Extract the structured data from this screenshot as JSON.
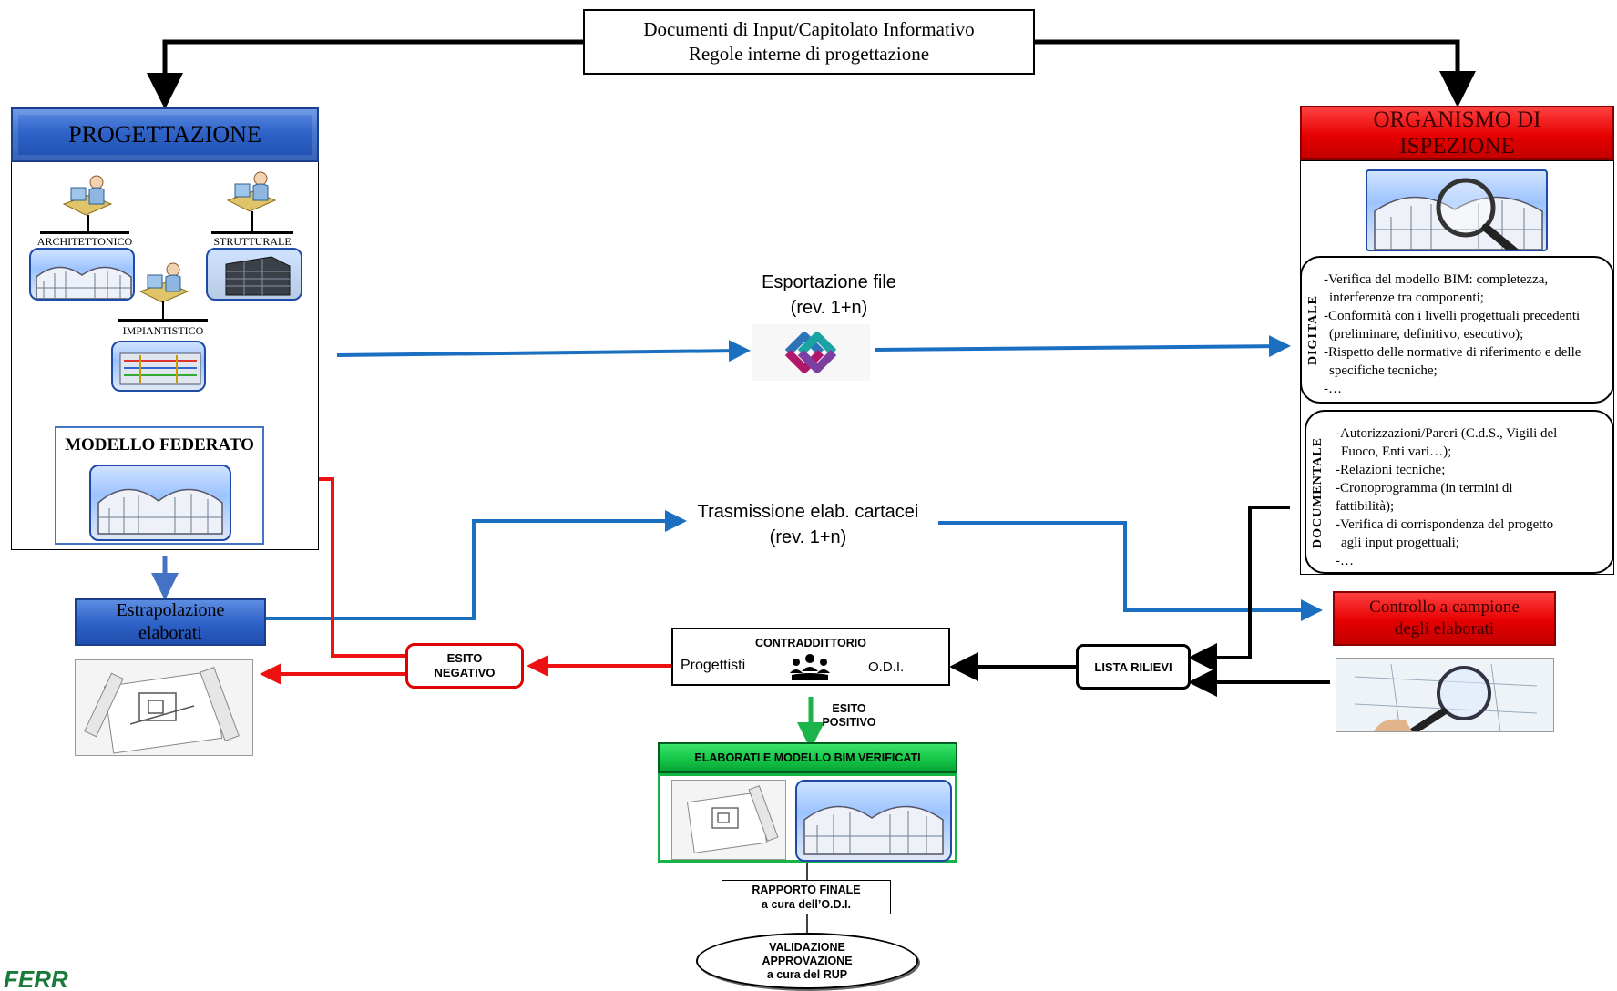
{
  "header": {
    "input_line1": "Documenti di Input/Capitolato Informativo",
    "input_line2": "Regole interne di progettazione"
  },
  "progettazione": {
    "title": "PROGETTAZIONE",
    "architettonico": "ARCHITETTONICO",
    "strutturale": "STRUTTURALE",
    "impiantistico": "IMPIANTISTICO",
    "modello_federato": "MODELLO FEDERATO",
    "estrapolazione_line1": "Estrapolazione",
    "estrapolazione_line2": "elaborati"
  },
  "flows": {
    "esportazione_line1": "Esportazione file",
    "esportazione_line2": "(rev. 1+n)",
    "trasmissione_line1": "Trasmissione elab. cartacei",
    "trasmissione_line2": "(rev. 1+n)"
  },
  "odi": {
    "title_line1": "ORGANISMO DI",
    "title_line2": "ISPEZIONE",
    "digitale_label": "DIGITALE",
    "digitale_items": [
      "-Verifica del modello BIM: completezza,",
      " interferenze tra componenti;",
      "-Conformità con i livelli progettuali precedenti",
      " (preliminare, definitivo, esecutivo);",
      "-Rispetto delle normative di riferimento e delle",
      " specifiche tecniche;",
      "-…"
    ],
    "documentale_label": "DOCUMENTALE",
    "documentale_items": [
      "-Autorizzazioni/Pareri (C.d.S., Vigili del",
      " Fuoco, Enti vari…);",
      "-Relazioni tecniche;",
      "-Cronoprogramma (in termini di",
      "fattibilità);",
      "-Verifica di corrispondenza del progetto",
      " agli input progettuali;",
      "-…"
    ],
    "controllo_line1": "Controllo a campione",
    "controllo_line2": "degli elaborati"
  },
  "center": {
    "contraddittorio": "CONTRADDITTORIO",
    "progettisti": "Progettisti",
    "odi": "O.D.I.",
    "esito_negativo_line1": "ESITO",
    "esito_negativo_line2": "NEGATIVO",
    "lista_rilievi": "LISTA RILIEVI",
    "esito_positivo_line1": "ESITO",
    "esito_positivo_line2": "POSITIVO",
    "verificati": "ELABORATI E MODELLO BIM VERIFICATI",
    "rapporto_line1": "RAPPORTO FINALE",
    "rapporto_line2": "a cura dell’O.D.I.",
    "valid_line1": "VALIDAZIONE",
    "valid_line2": "APPROVAZIONE",
    "valid_line3": "a cura del RUP"
  },
  "logo": {
    "text": "FERR"
  },
  "colors": {
    "blue_arrow": "#1b6fc0",
    "red_arrow": "#ee1111",
    "green_arrow": "#1bb34a",
    "blue_header": "#2f63c8",
    "red_header": "#e60000",
    "green_header": "#12c444",
    "logo": "#1a7a3a"
  }
}
